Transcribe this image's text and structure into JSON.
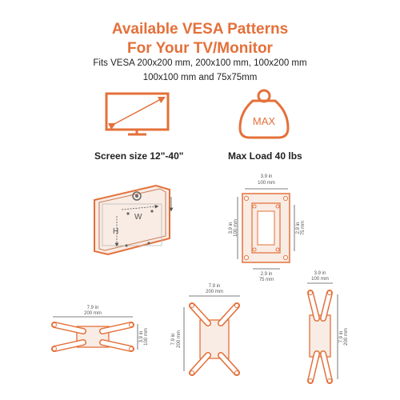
{
  "header": {
    "title_line1": "Available VESA Patterns",
    "title_line2": "For Your TV/Monitor",
    "subtitle_line1": "Fits VESA 200x200 mm, 200x100 mm, 100x200 mm",
    "subtitle_line2": "100x100 mm and 75x75mm"
  },
  "features": {
    "screen_size": "Screen size 12\"-40\"",
    "max_load": "Max Load 40 lbs",
    "weight_label": "MAX"
  },
  "diagram": {
    "w_label": "W",
    "h_label": "H"
  },
  "plate_100": {
    "top_in": "3.9 in",
    "top_mm": "100 mm",
    "left_in": "3.9 in",
    "left_mm": "100 mm",
    "right_in": "2.9 in",
    "right_mm": "75 mm",
    "bottom_in": "2.9 in",
    "bottom_mm": "75 mm"
  },
  "arm_200x100": {
    "top_in": "7.9 in",
    "top_mm": "200 mm",
    "side_in": "3.9 in",
    "side_mm": "100 mm"
  },
  "arm_200x200": {
    "top_in": "7.9 in",
    "top_mm": "200 mm",
    "side_in": "7.9 in",
    "side_mm": "200 mm"
  },
  "arm_100x200": {
    "top_in": "3.9 in",
    "top_mm": "100 mm",
    "side_in": "7.9 in",
    "side_mm": "200 mm"
  },
  "colors": {
    "accent": "#e4703a",
    "text": "#222222",
    "line": "#555555"
  }
}
